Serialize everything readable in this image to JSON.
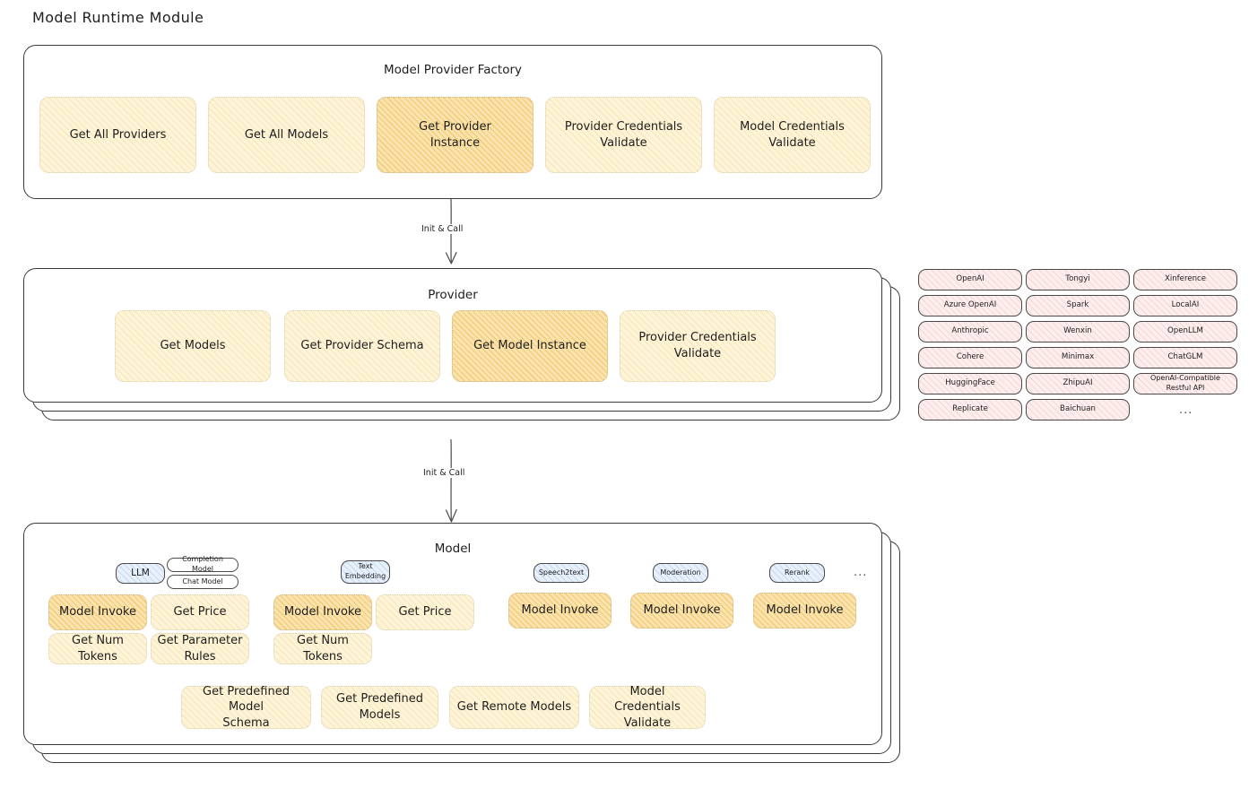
{
  "page": {
    "title": "Model Runtime Module"
  },
  "arrows": [
    {
      "label": "Init & Call"
    },
    {
      "label": "Init & Call"
    }
  ],
  "factory": {
    "title": "Model Provider Factory",
    "nodes": [
      {
        "label": "Get All Providers",
        "highlight": false
      },
      {
        "label": "Get All Models",
        "highlight": false
      },
      {
        "label": "Get Provider\nInstance",
        "highlight": true
      },
      {
        "label": "Provider Credentials\nValidate",
        "highlight": false
      },
      {
        "label": "Model Credentials\nValidate",
        "highlight": false
      }
    ]
  },
  "provider": {
    "title": "Provider",
    "nodes": [
      {
        "label": "Get Models",
        "highlight": false
      },
      {
        "label": "Get Provider Schema",
        "highlight": false
      },
      {
        "label": "Get Model Instance",
        "highlight": true
      },
      {
        "label": "Provider Credentials\nValidate",
        "highlight": false
      }
    ]
  },
  "provider_list": {
    "ellipsis": "...",
    "columns": [
      {
        "items": [
          "OpenAI",
          "Azure OpenAI",
          "Anthropic",
          "Cohere",
          "HuggingFace",
          "Replicate"
        ]
      },
      {
        "items": [
          "Tongyi",
          "Spark",
          "Wenxin",
          "Minimax",
          "ZhipuAI",
          "Baichuan"
        ]
      },
      {
        "items": [
          "Xinference",
          "LocalAI",
          "OpenLLM",
          "ChatGLM",
          "OpenAI-Compatible Restful API"
        ]
      }
    ]
  },
  "model": {
    "title": "Model",
    "ellipsis": "...",
    "types": [
      {
        "name": "LLM",
        "subtypes": [
          "Completion Model",
          "Chat Model"
        ],
        "methods": [
          {
            "label": "Model Invoke",
            "highlight": true
          },
          {
            "label": "Get Price",
            "highlight": false
          },
          {
            "label": "Get Num Tokens",
            "highlight": false
          },
          {
            "label": "Get Parameter\nRules",
            "highlight": false
          }
        ]
      },
      {
        "name": "Text\nEmbedding",
        "subtypes": [],
        "methods": [
          {
            "label": "Model Invoke",
            "highlight": true
          },
          {
            "label": "Get Price",
            "highlight": false
          },
          {
            "label": "Get Num Tokens",
            "highlight": false
          }
        ]
      },
      {
        "name": "Speech2text",
        "subtypes": [],
        "methods": [
          {
            "label": "Model Invoke",
            "highlight": true
          }
        ]
      },
      {
        "name": "Moderation",
        "subtypes": [],
        "methods": [
          {
            "label": "Model Invoke",
            "highlight": true
          }
        ]
      },
      {
        "name": "Rerank",
        "subtypes": [],
        "methods": [
          {
            "label": "Model Invoke",
            "highlight": true
          }
        ]
      }
    ],
    "common_methods": [
      {
        "label": "Get Predefined Model\nSchema"
      },
      {
        "label": "Get Predefined\nModels"
      },
      {
        "label": "Get Remote Models"
      },
      {
        "label": "Model Credentials\nValidate"
      }
    ]
  },
  "colors": {
    "yellow_fill": "#fdf4da",
    "yellow_strong_fill": "#fae3ae",
    "pink_fill": "#fdeeee",
    "blue_fill": "#e7f0fb",
    "stroke": "#1e1e1e",
    "canvas": "#ffffff"
  }
}
